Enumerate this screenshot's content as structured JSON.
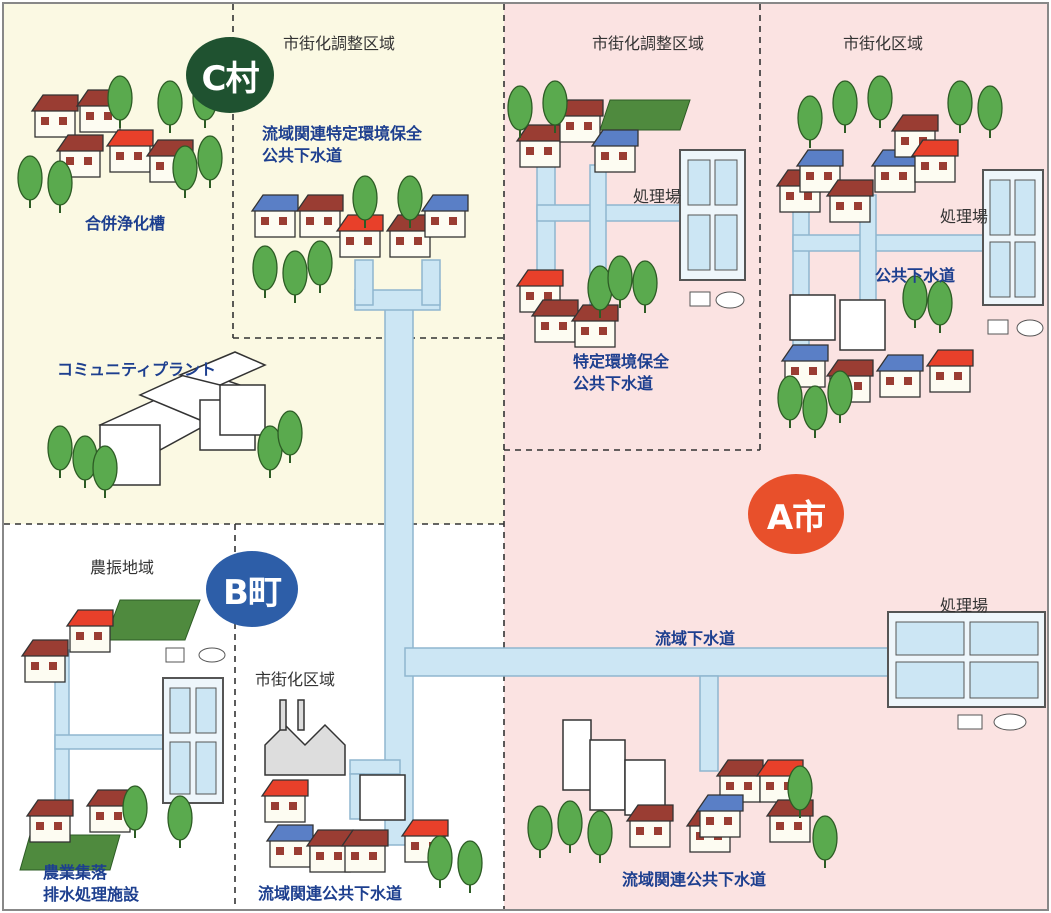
{
  "regions": {
    "c_village": {
      "name": "C村",
      "color": "#1f5230"
    },
    "b_town": {
      "name": "B町",
      "color": "#2d5ea8"
    },
    "a_city": {
      "name": "A市",
      "color": "#e8502b"
    }
  },
  "zones": {
    "c_adjust": "市街化調整区域",
    "a_adjust": "市街化調整区域",
    "a_urban": "市街化区域",
    "b_agri": "農振地域",
    "b_urban": "市街化区域"
  },
  "systems": {
    "septic": "合併浄化槽",
    "basin_special_env": "流域関連特定環境保全\n公共下水道",
    "community_plant": "コミュニティプラント",
    "treatment_a1": "処理場",
    "special_env": "特定環境保全\n公共下水道",
    "treatment_a2": "処理場",
    "public_sewer": "公共下水道",
    "basin_sewer": "流域下水道",
    "treatment_main": "処理場",
    "agri_drainage": "農業集落\n排水処理施設",
    "basin_public_b": "流域関連公共下水道",
    "basin_public_a": "流域関連公共下水道"
  },
  "colors": {
    "village_bg": "#fbf9e3",
    "city_bg": "#fbe3e2",
    "town_bg": "#ffffff",
    "pipe": "#cce6f4",
    "pipe_edge": "#8fb6cf",
    "tree": "#5aaa4e",
    "roof_red": "#e8402a",
    "roof_blue": "#5a7fc6",
    "roof_brown": "#9a3d33"
  }
}
